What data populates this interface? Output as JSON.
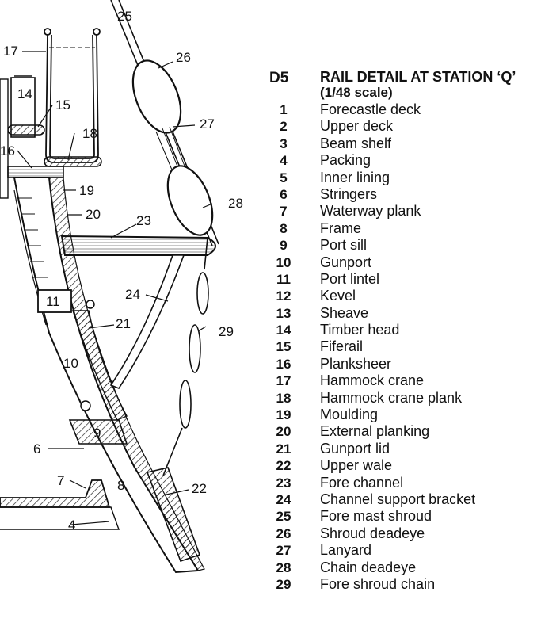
{
  "legend": {
    "code": "D5",
    "title": "RAIL DETAIL AT STATION ‘Q’",
    "subtitle": "(1/48 scale)",
    "items": [
      {
        "num": "1",
        "label": "Forecastle deck"
      },
      {
        "num": "2",
        "label": "Upper deck"
      },
      {
        "num": "3",
        "label": "Beam shelf"
      },
      {
        "num": "4",
        "label": "Packing"
      },
      {
        "num": "5",
        "label": "Inner lining"
      },
      {
        "num": "6",
        "label": "Stringers"
      },
      {
        "num": "7",
        "label": "Waterway plank"
      },
      {
        "num": "8",
        "label": "Frame"
      },
      {
        "num": "9",
        "label": "Port sill"
      },
      {
        "num": "10",
        "label": "Gunport"
      },
      {
        "num": "11",
        "label": "Port lintel"
      },
      {
        "num": "12",
        "label": "Kevel"
      },
      {
        "num": "13",
        "label": "Sheave"
      },
      {
        "num": "14",
        "label": "Timber head"
      },
      {
        "num": "15",
        "label": "Fiferail"
      },
      {
        "num": "16",
        "label": "Planksheer"
      },
      {
        "num": "17",
        "label": "Hammock crane"
      },
      {
        "num": "18",
        "label": "Hammock crane plank"
      },
      {
        "num": "19",
        "label": "Moulding"
      },
      {
        "num": "20",
        "label": "External planking"
      },
      {
        "num": "21",
        "label": "Gunport lid"
      },
      {
        "num": "22",
        "label": "Upper wale"
      },
      {
        "num": "23",
        "label": "Fore channel"
      },
      {
        "num": "24",
        "label": "Channel support bracket"
      },
      {
        "num": "25",
        "label": "Fore mast shroud"
      },
      {
        "num": "26",
        "label": "Shroud deadeye"
      },
      {
        "num": "27",
        "label": "Lanyard"
      },
      {
        "num": "28",
        "label": "Chain deadeye"
      },
      {
        "num": "29",
        "label": "Fore shroud chain"
      }
    ]
  },
  "drawing_labels": {
    "l4": "4",
    "l6": "6",
    "l7": "7",
    "l8": "8",
    "l9": "9",
    "l10": "10",
    "l11": "11",
    "l14": "14",
    "l15": "15",
    "l16": "16",
    "l17": "17",
    "l18": "18",
    "l19": "19",
    "l20": "20",
    "l21": "21",
    "l22": "22",
    "l23": "23",
    "l24": "24",
    "l25": "25",
    "l26": "26",
    "l27": "27",
    "l28": "28",
    "l29": "29"
  }
}
